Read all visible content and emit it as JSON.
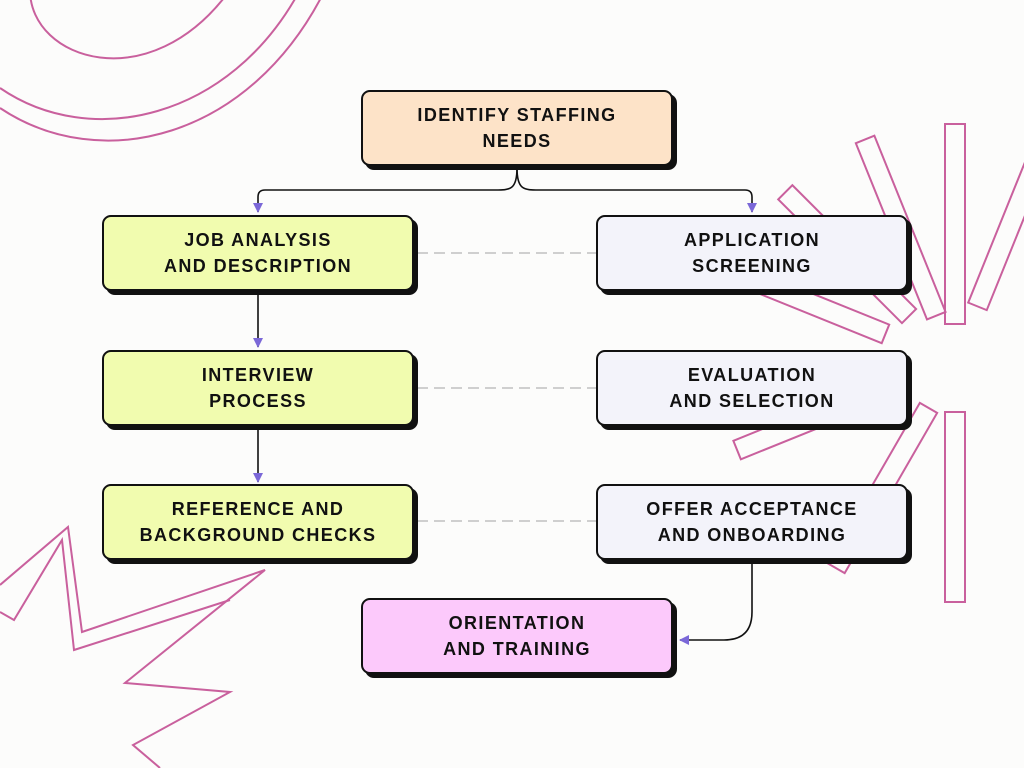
{
  "colors": {
    "start": "#fde3c8",
    "left_column": "#f1fcaf",
    "right_column": "#f3f3fa",
    "end": "#fcc9fb",
    "arrow": "#7b68d8",
    "decoration": "#c9609d"
  },
  "nodes": {
    "identify": "IDENTIFY STAFFING\nNEEDS",
    "job_analysis": "JOB ANALYSIS\nAND DESCRIPTION",
    "application": "APPLICATION\nSCREENING",
    "interview": "INTERVIEW\nPROCESS",
    "evaluation": "EVALUATION\nAND SELECTION",
    "reference": "REFERENCE AND\nBACKGROUND CHECKS",
    "offer": "OFFER ACCEPTANCE\nAND ONBOARDING",
    "orientation": "ORIENTATION\nAND TRAINING"
  }
}
